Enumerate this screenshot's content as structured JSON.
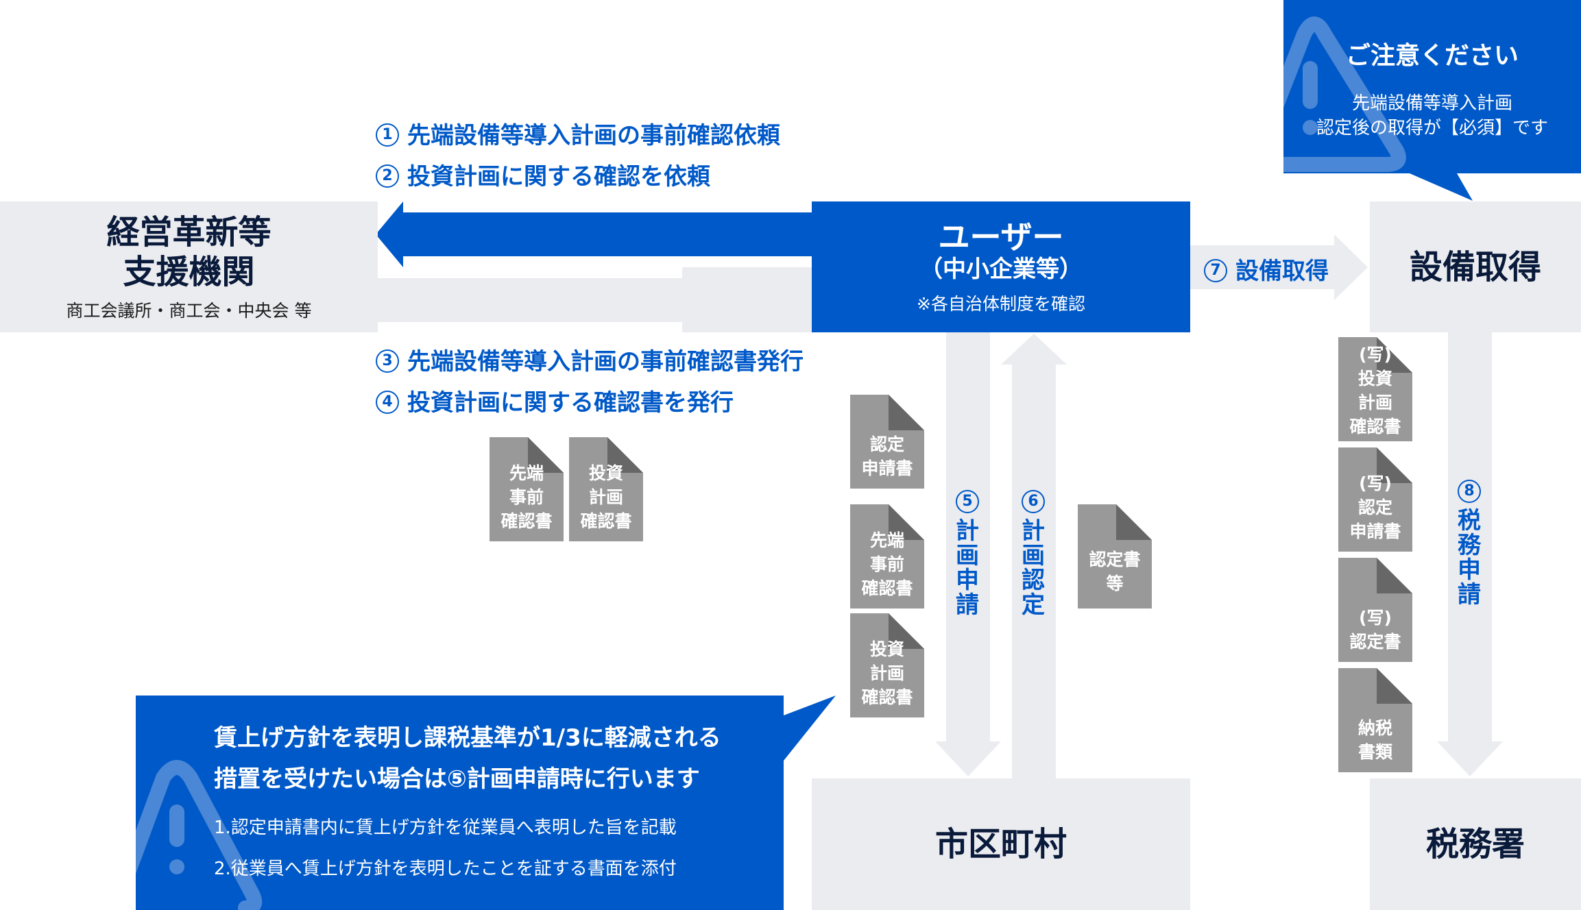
{
  "colors": {
    "brand_blue": "#0059c8",
    "box_gray": "#ebecf0",
    "doc_gray": "#999999",
    "doc_fold": "#676767",
    "dark_text": "#0a1a3a"
  },
  "nodes": {
    "support_org": {
      "title_line1": "経営革新等",
      "title_line2": "支援機関",
      "subtitle": "商工会議所・商工会・中央会 等"
    },
    "user": {
      "title": "ユーザー",
      "subtitle": "（中小企業等）",
      "note": "※各自治体制度を確認"
    },
    "equipment": {
      "title": "設備取得"
    },
    "municipality": {
      "title": "市区町村"
    },
    "tax_office": {
      "title": "税務署"
    }
  },
  "steps": {
    "s1": {
      "num": "1",
      "label": "先端設備等導入計画の事前確認依頼"
    },
    "s2": {
      "num": "2",
      "label": "投資計画に関する確認を依頼"
    },
    "s3": {
      "num": "3",
      "label": "先端設備等導入計画の事前確認書発行"
    },
    "s4": {
      "num": "4",
      "label": "投資計画に関する確認書を発行"
    },
    "s5": {
      "num": "5",
      "chars": [
        "計",
        "画",
        "申",
        "請"
      ]
    },
    "s6": {
      "num": "6",
      "chars": [
        "計",
        "画",
        "認",
        "定"
      ]
    },
    "s7": {
      "num": "7",
      "label": "設備取得"
    },
    "s8": {
      "num": "8",
      "chars": [
        "税",
        "務",
        "申",
        "請"
      ]
    }
  },
  "documents": {
    "support_issued": [
      {
        "lines": [
          "先端",
          "事前",
          "確認書"
        ]
      },
      {
        "lines": [
          "投資",
          "計画",
          "確認書"
        ]
      }
    ],
    "to_municipality": [
      {
        "lines": [
          "認定",
          "申請書"
        ]
      },
      {
        "lines": [
          "先端",
          "事前",
          "確認書"
        ]
      },
      {
        "lines": [
          "投資",
          "計画",
          "確認書"
        ]
      }
    ],
    "from_municipality": [
      {
        "lines": [
          "認定書",
          "等"
        ]
      }
    ],
    "to_tax_office": [
      {
        "lines": [
          "(写)",
          "投資",
          "計画",
          "確認書"
        ]
      },
      {
        "lines": [
          "(写)",
          "認定",
          "申請書"
        ]
      },
      {
        "lines": [
          "(写)",
          "認定書"
        ]
      },
      {
        "lines": [
          "納税",
          "書類"
        ]
      }
    ]
  },
  "notices": {
    "top_right": {
      "title": "ご注意ください",
      "line1": "先端設備等導入計画",
      "line2": "認定後の取得が【必須】です"
    },
    "bottom_left": {
      "heading_line1": "賃上げ方針を表明し課税基準が1/3に軽減される",
      "heading_line2": "措置を受けたい場合は⑤計画申請時に行います",
      "item1": "1.認定申請書内に賃上げ方針を従業員へ表明した旨を記載",
      "item2": "2.従業員へ賃上げ方針を表明したことを証する書面を添付"
    }
  }
}
